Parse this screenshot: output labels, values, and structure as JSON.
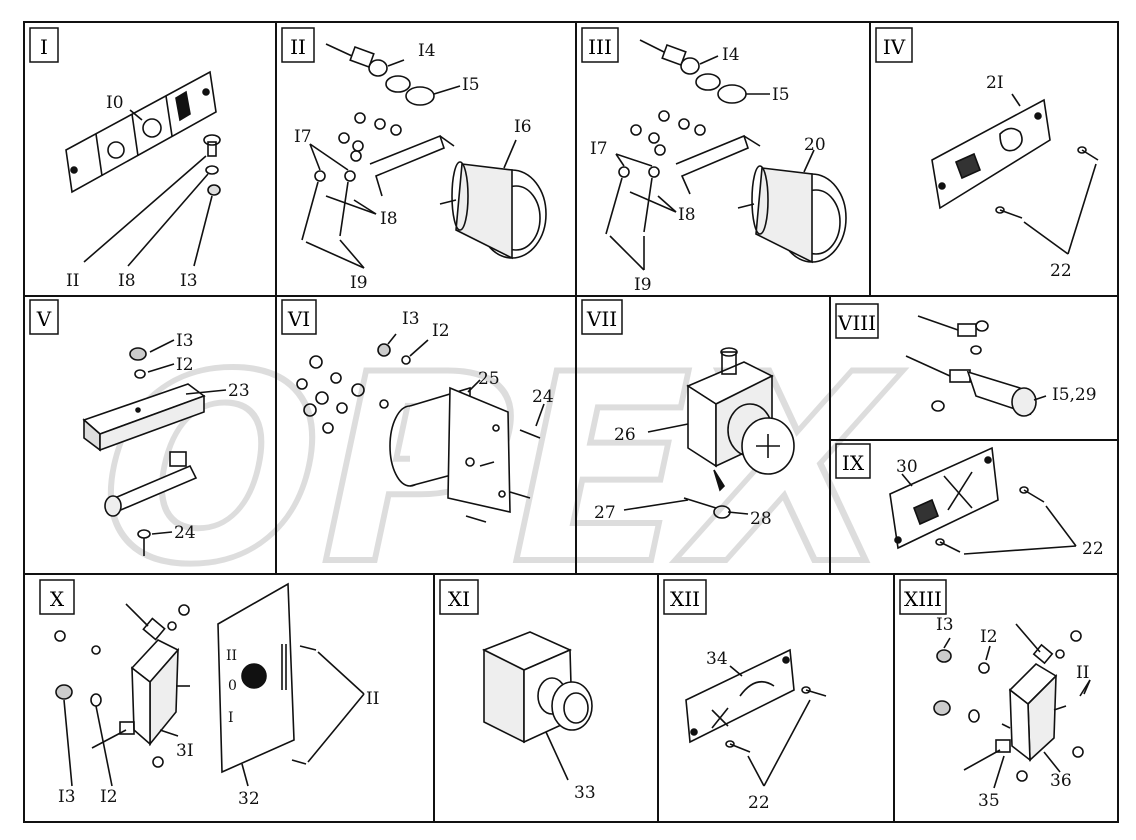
{
  "watermark": "OPEX",
  "panels": [
    {
      "id": "I",
      "label": "I",
      "callouts": [
        "I0",
        "II",
        "I8",
        "I3"
      ]
    },
    {
      "id": "II",
      "label": "II",
      "callouts": [
        "I4",
        "I5",
        "I6",
        "I7",
        "I8",
        "I9"
      ]
    },
    {
      "id": "III",
      "label": "III",
      "callouts": [
        "I4",
        "I5",
        "20",
        "I7",
        "I8",
        "I9"
      ]
    },
    {
      "id": "IV",
      "label": "IV",
      "callouts": [
        "2I",
        "22"
      ]
    },
    {
      "id": "V",
      "label": "V",
      "callouts": [
        "I3",
        "I2",
        "23",
        "24"
      ]
    },
    {
      "id": "VI",
      "label": "VI",
      "callouts": [
        "I3",
        "I2",
        "25",
        "24"
      ]
    },
    {
      "id": "VII",
      "label": "VII",
      "callouts": [
        "26",
        "27",
        "28"
      ]
    },
    {
      "id": "VIII",
      "label": "VIII",
      "callouts": [
        "I5,29"
      ]
    },
    {
      "id": "IX",
      "label": "IX",
      "callouts": [
        "30",
        "22"
      ]
    },
    {
      "id": "X",
      "label": "X",
      "callouts": [
        "I3",
        "I2",
        "3I",
        "32",
        "II"
      ]
    },
    {
      "id": "XI",
      "label": "XI",
      "callouts": [
        "33"
      ]
    },
    {
      "id": "XII",
      "label": "XII",
      "callouts": [
        "34",
        "22"
      ]
    },
    {
      "id": "XIII",
      "label": "XIII",
      "callouts": [
        "I3",
        "I2",
        "II",
        "35",
        "36"
      ]
    }
  ],
  "plate_symbols": {
    "x_top": "II",
    "x_mid": "0",
    "x_bot": "I"
  }
}
